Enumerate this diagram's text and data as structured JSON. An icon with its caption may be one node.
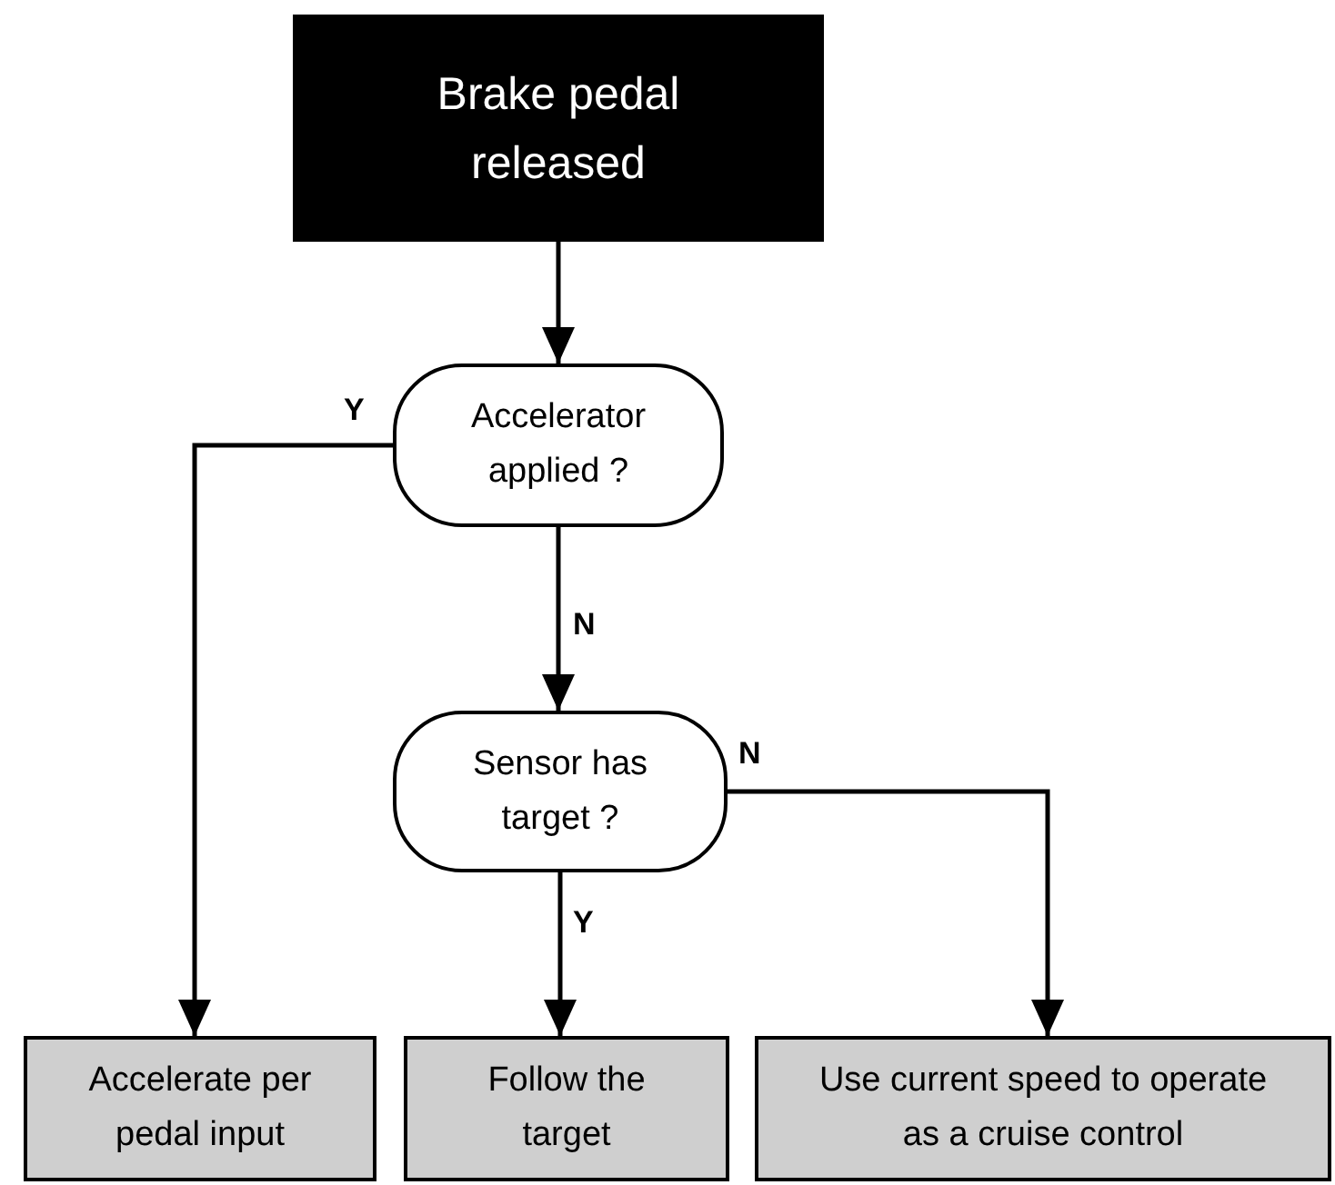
{
  "diagram": {
    "nodes": [
      {
        "text": [
          "Brake pedal released"
        ]
      },
      {
        "text": [
          "Accelerator applied ?"
        ]
      },
      {
        "text": [
          "Sensor has target ?"
        ]
      },
      {
        "text": [
          "Accelerate per pedal input"
        ]
      },
      {
        "text": [
          "Follow the target"
        ]
      },
      {
        "text": [
          "Use current speed to operate as a cruise control"
        ]
      }
    ],
    "edges": [
      {
        "from": 0,
        "to": 1,
        "arrow": "to"
      },
      {
        "from": 1,
        "to": 3,
        "arrow": "to",
        "label": "Y"
      },
      {
        "from": 1,
        "to": 2,
        "arrow": "to",
        "label": "N"
      },
      {
        "from": 2,
        "to": 4,
        "arrow": "to",
        "label": "Y"
      },
      {
        "from": 2,
        "to": 5,
        "arrow": "to",
        "label": "N"
      }
    ]
  }
}
